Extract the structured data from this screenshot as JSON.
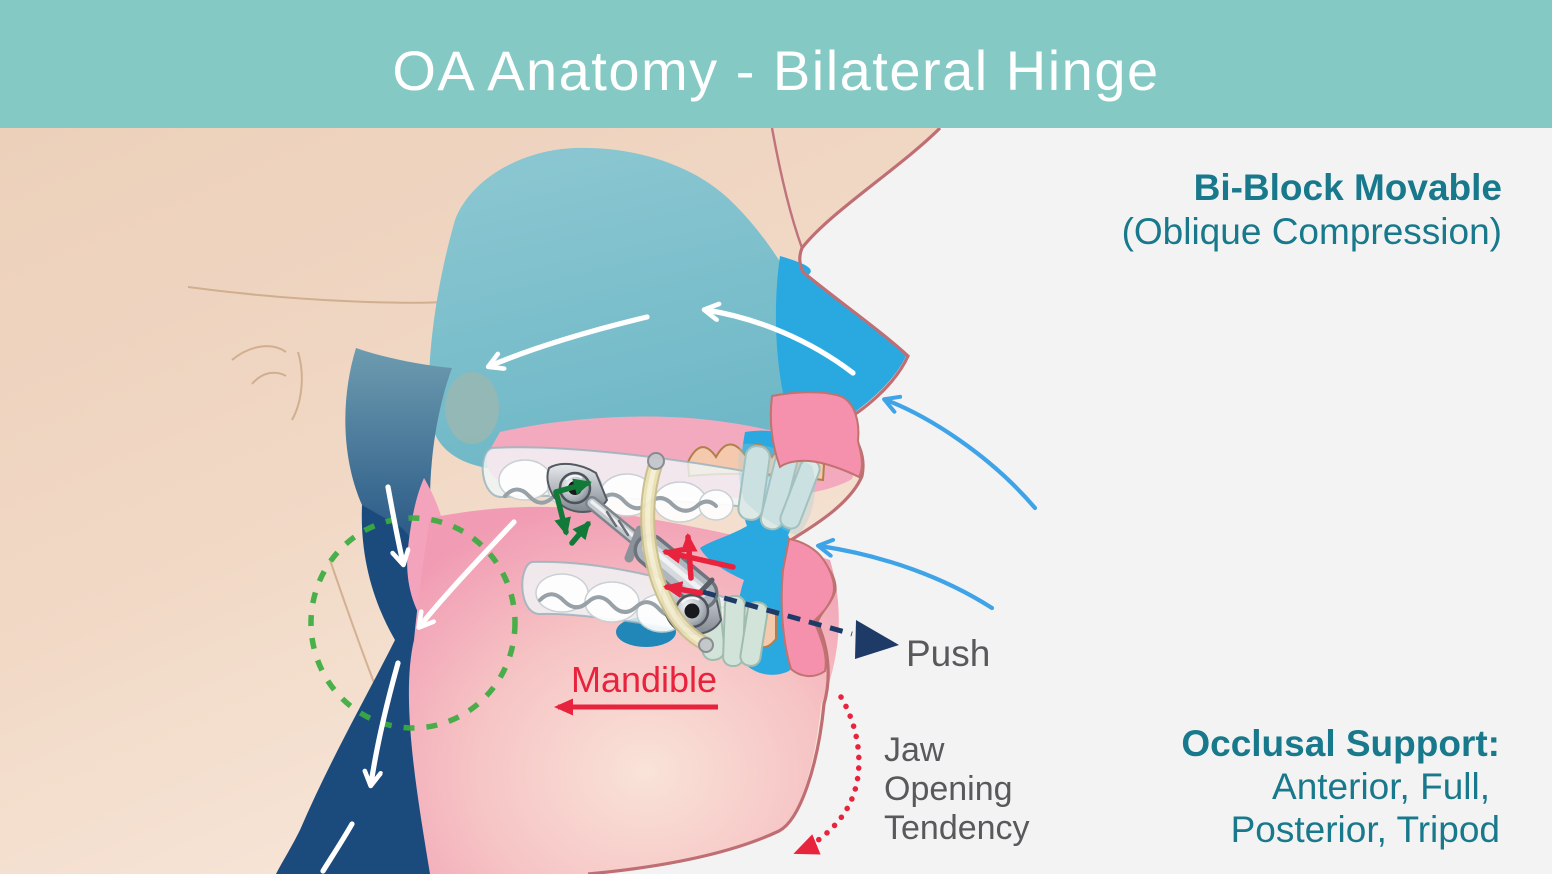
{
  "header": {
    "title": "OA Anatomy - Bilateral Hinge"
  },
  "right_panel": {
    "bi_block_line1": "Bi-Block Movable",
    "bi_block_line2": "(Oblique Compression)",
    "occlusal_title": "Occlusal Support:",
    "occlusal_line1": "Anterior, Full,",
    "occlusal_line2": "Posterior, Tripod"
  },
  "labels": {
    "push": "Push",
    "mandible": "Mandible",
    "jaw_line1": "Jaw",
    "jaw_line2": "Opening",
    "jaw_line3": "Tendency"
  },
  "colors": {
    "header_bg": "#85c9c4",
    "title_text": "#ffffff",
    "teal_text": "#17798b",
    "gray_text": "#58595b",
    "red": "#e8233d",
    "navy": "#1e3a66",
    "green_circle": "#3aad3f",
    "green_arrow": "#117a38",
    "light_blue_arrow": "#3fa3e8",
    "background": "#f3f3f4",
    "skin": "#eed3bd",
    "airway_teal": "#7fc2ce",
    "airway_navy": "#1b4a7d",
    "bright_blue": "#2aa9e1",
    "soft_pink": "#f2a0b8"
  }
}
